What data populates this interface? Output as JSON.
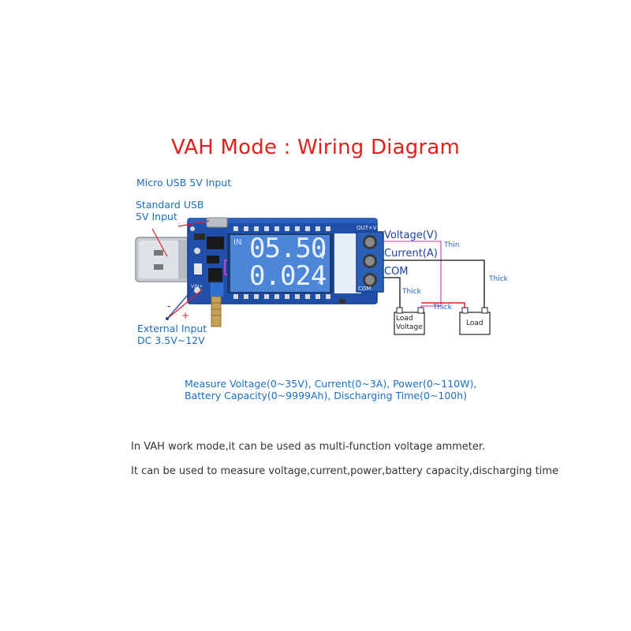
{
  "title": "VAH Mode : Wiring Diagram",
  "labels": {
    "micro_usb": "Micro USB 5V Input",
    "standard_usb_line1": "Standard USB",
    "standard_usb_line2": "5V Input",
    "external_input_line1": "External Input",
    "external_input_line2": "DC 3.5V~12V",
    "minus": "-",
    "plus": "+"
  },
  "terminals": {
    "voltage": "Voltage(V)",
    "current": "Current(A)",
    "com": "COM"
  },
  "wires": {
    "thin": "Thin",
    "thick_right": "Thick",
    "thick_left": "Thick",
    "thick_bottom": "Thick"
  },
  "loads": {
    "load_voltage_line1": "Load",
    "load_voltage_line2": "Voltage",
    "load": "Load"
  },
  "lcd": {
    "in": "IN",
    "voltage": "05.50",
    "voltage_unit": "V",
    "current": "0.024",
    "current_unit": "A"
  },
  "board": {
    "out_v": "OUT+V",
    "com": "COM",
    "vin": "VIN+"
  },
  "measure": {
    "line1": "Measure Voltage(0~35V), Current(0~3A), Power(0~110W),",
    "line2": "Battery Capacity(0~9999Ah), Discharging Time(0~100h)"
  },
  "description": {
    "line1": "In VAH work mode,it can be used as multi-function voltage ammeter.",
    "line2": "It can be used to measure voltage,current,power,battery capacity,discharging time"
  },
  "colors": {
    "title": "#e0201c",
    "label_blue": "#1a6fc0",
    "board_blue": "#1f4fa8",
    "lcd_bg": "#4d86d6",
    "thin_wire": "#d94ec2",
    "red_wire": "#e02020"
  }
}
